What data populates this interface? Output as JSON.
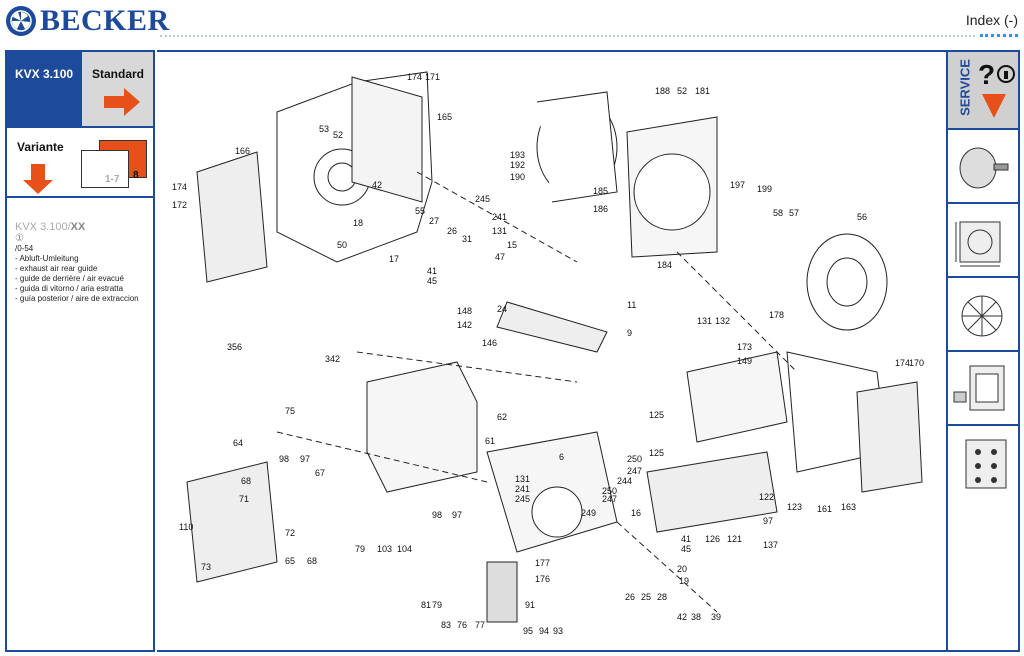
{
  "header": {
    "brand": "BECKER",
    "index_link": "Index (-)"
  },
  "left": {
    "model": "KVX 3.100",
    "standard_label": "Standard",
    "variante_label": "Variante",
    "var_range": "1-7",
    "var_number": "8",
    "info_title_prefix": "KVX 3.100/",
    "info_title_suffix": "XX",
    "info_symbol": "①",
    "info_code": "/0-54",
    "info_lines": [
      "- Abluft-Umleitung",
      "- exhaust air rear guide",
      "- guide de derrière / air evacué",
      "- guida di vitorno / aria estratta",
      "- guía posterior / aire de extraccion"
    ]
  },
  "right": {
    "service_label": "SERVICE"
  },
  "colors": {
    "brand_blue": "#1e4a9c",
    "accent_orange": "#e8501a",
    "panel_grey": "#d8d8d8"
  },
  "diagram_labels": [
    "174",
    "171",
    "165",
    "53",
    "52",
    "166",
    "174",
    "172",
    "42",
    "50",
    "18",
    "55",
    "27",
    "26",
    "31",
    "17",
    "15",
    "245",
    "241",
    "131",
    "47",
    "41",
    "45",
    "148",
    "142",
    "24",
    "11",
    "9",
    "356",
    "342",
    "146",
    "62",
    "75",
    "61",
    "64",
    "98",
    "97",
    "68",
    "67",
    "71",
    "72",
    "110",
    "73",
    "65",
    "68",
    "79",
    "103",
    "104",
    "98",
    "97",
    "81",
    "79",
    "83",
    "76",
    "77",
    "91",
    "95",
    "94",
    "93",
    "188",
    "52",
    "181",
    "193",
    "192",
    "190",
    "185",
    "186",
    "197",
    "199",
    "58",
    "57",
    "56",
    "184",
    "131",
    "132",
    "178",
    "173",
    "149",
    "174",
    "170",
    "125",
    "125",
    "250",
    "247",
    "244",
    "250",
    "247",
    "6",
    "131",
    "241",
    "245",
    "249",
    "16",
    "41",
    "45",
    "126",
    "121",
    "122",
    "97",
    "123",
    "161",
    "163",
    "137",
    "177",
    "176",
    "26",
    "25",
    "28",
    "20",
    "19",
    "42",
    "38",
    "39"
  ]
}
